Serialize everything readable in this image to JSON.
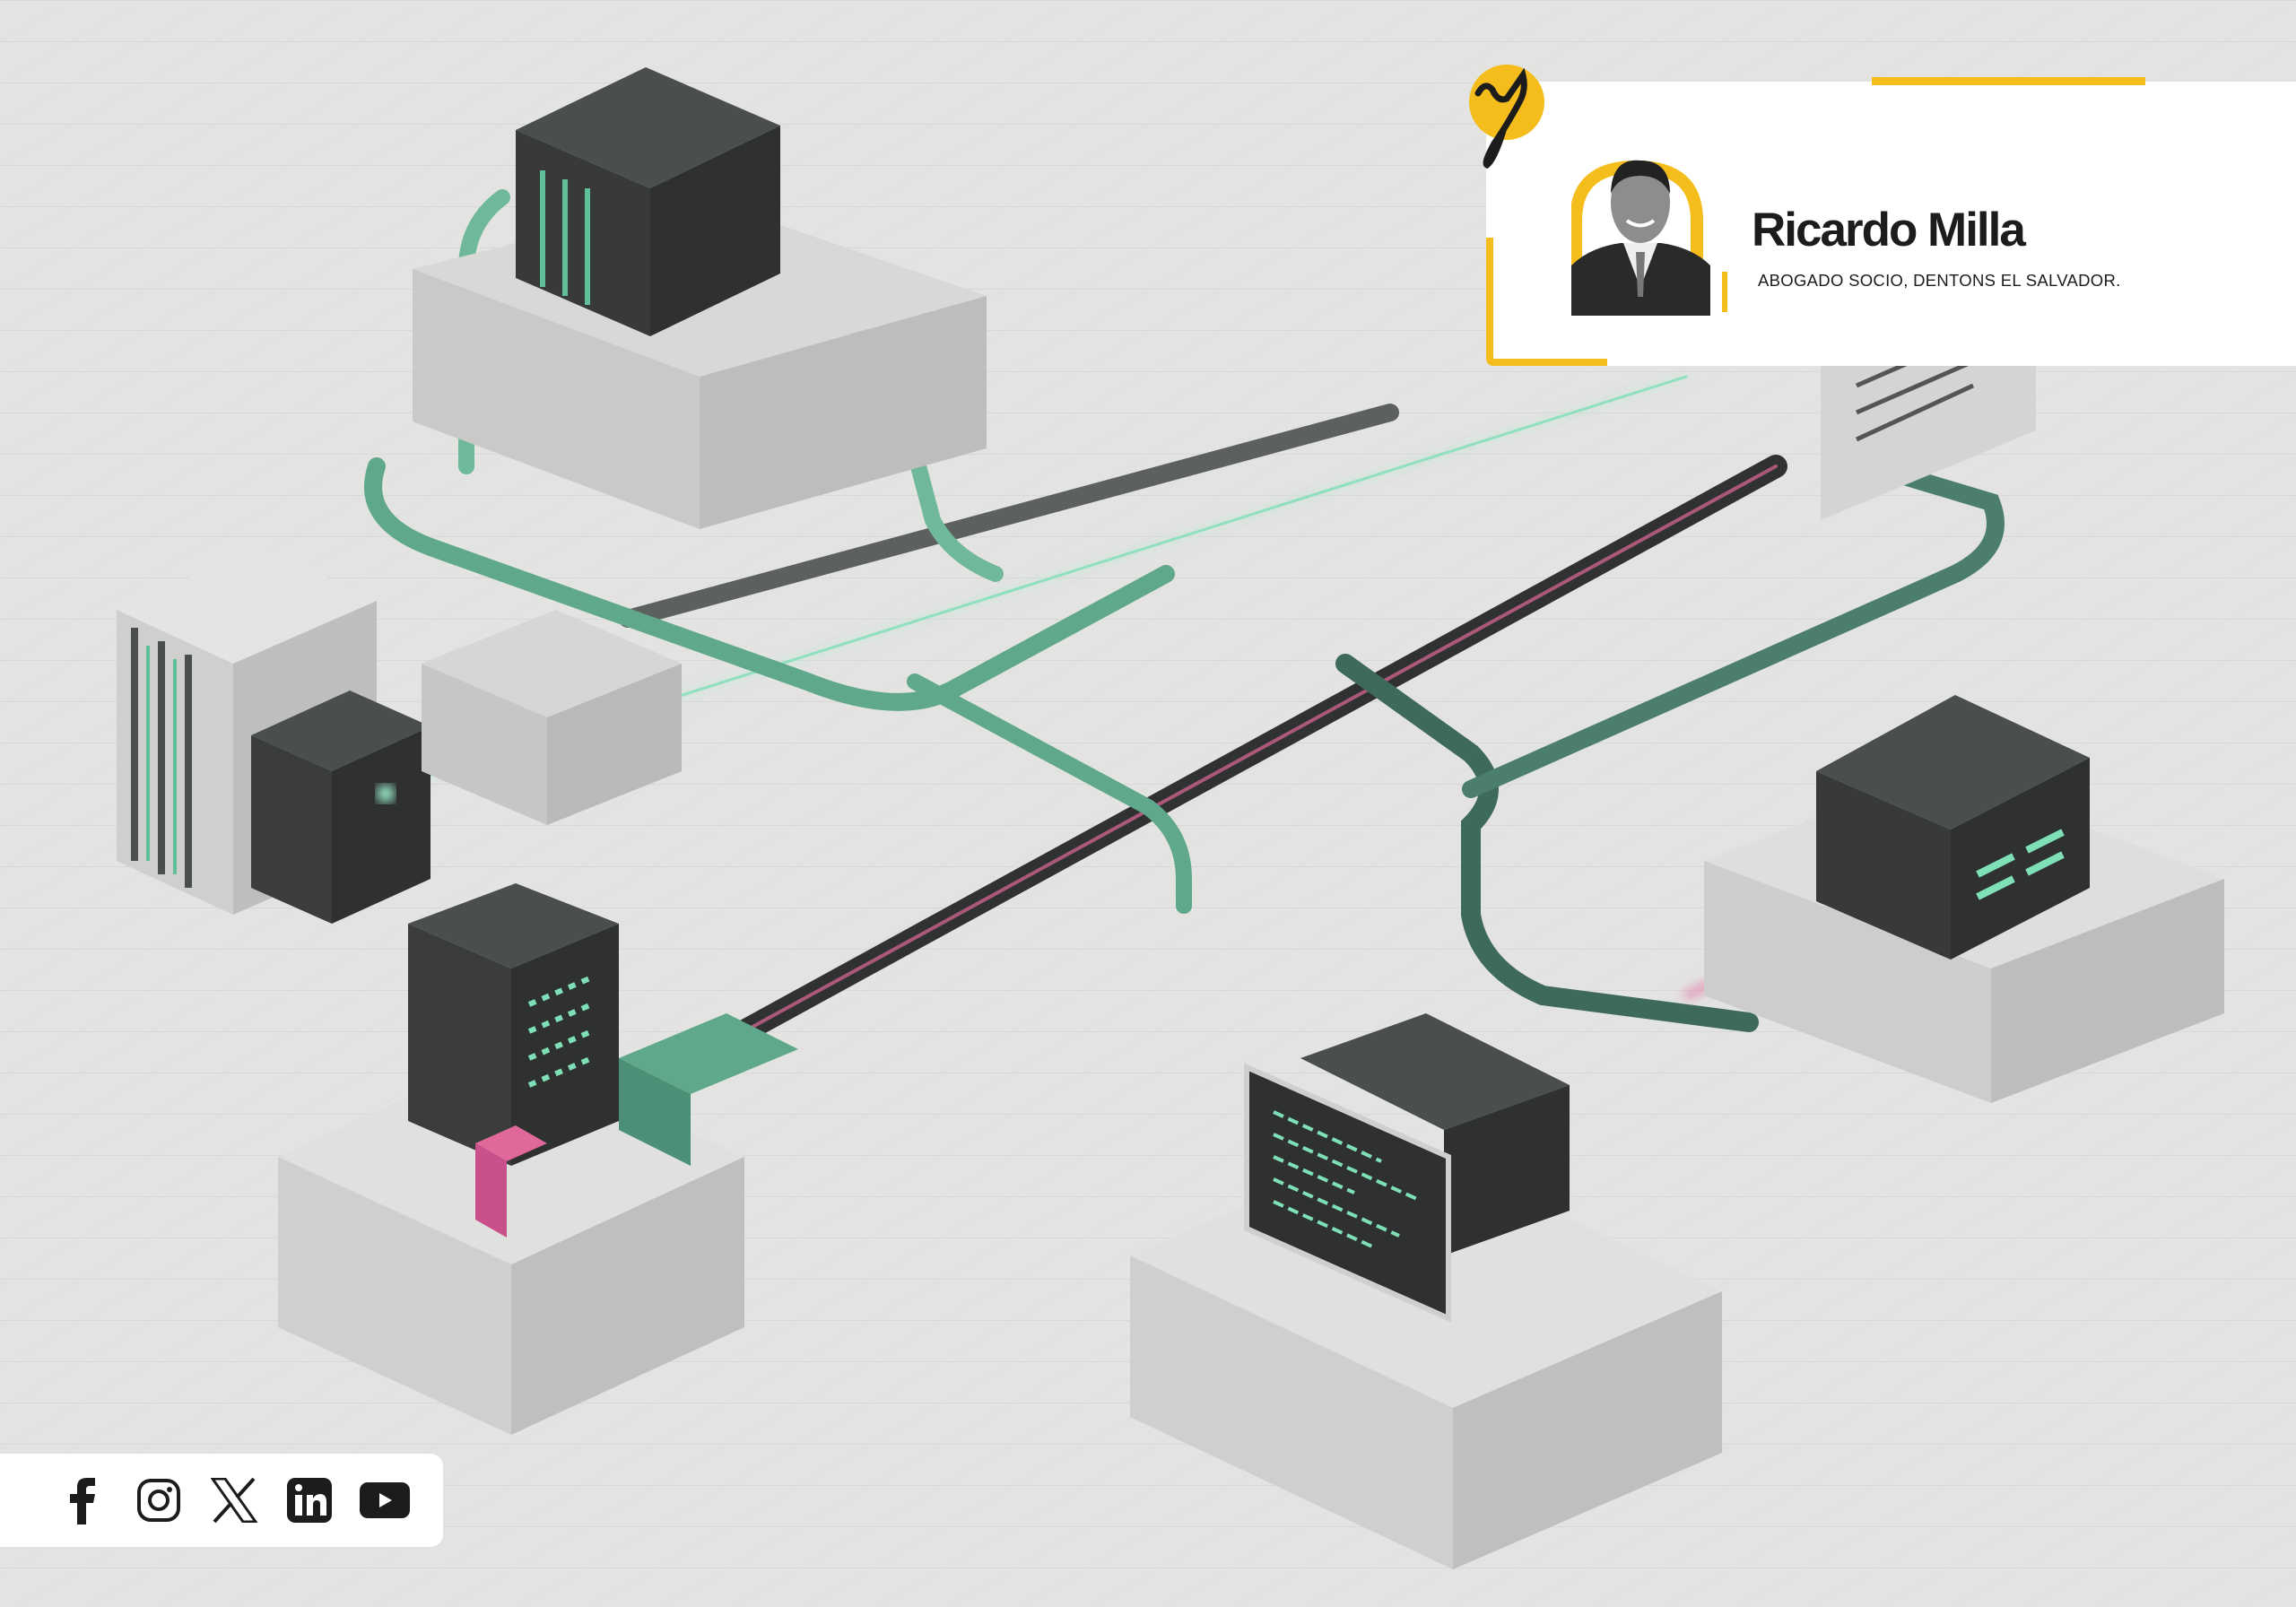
{
  "author": {
    "name": "Ricardo Milla",
    "role": "ABOGADO SOCIO, DENTONS EL SALVADOR.",
    "logo_letter": "y"
  },
  "social": [
    {
      "name": "facebook",
      "icon": "facebook-icon"
    },
    {
      "name": "instagram",
      "icon": "instagram-icon"
    },
    {
      "name": "x",
      "icon": "x-icon"
    },
    {
      "name": "linkedin",
      "icon": "linkedin-icon"
    },
    {
      "name": "youtube",
      "icon": "youtube-icon"
    }
  ],
  "colors": {
    "accent": "#f5bd1b",
    "pipe_green": "#4fa98a",
    "pipe_pink": "#e0689a",
    "box_dark": "#3a3d3c",
    "background": "#e3e3e2"
  }
}
